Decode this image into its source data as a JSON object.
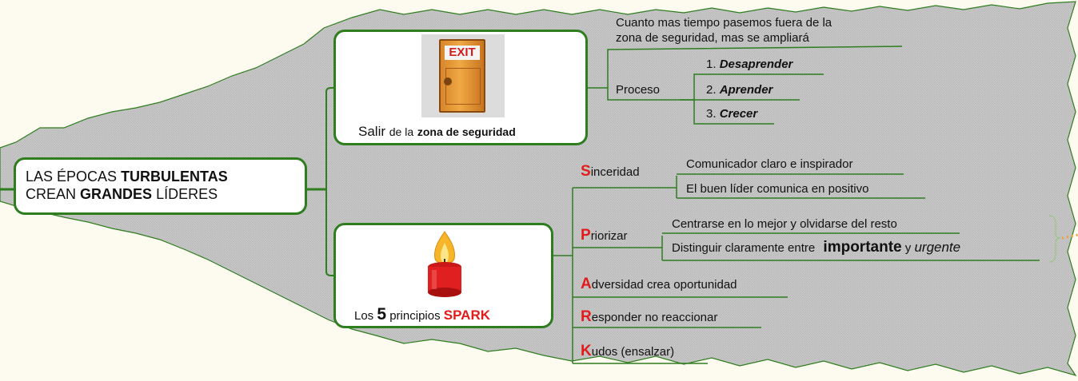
{
  "root": {
    "line1_a": "LAS ÉPOCAS",
    "line1_b": "TURBULENTAS",
    "line2_a": "CREAN",
    "line2_b": "GRANDES",
    "line2_c": "LÍDERES"
  },
  "exit_node": {
    "image_sign": "EXIT",
    "label_a": "Salir",
    "label_b": "de la",
    "label_c": "zona de seguridad",
    "note_line1": "Cuanto mas tiempo pasemos fuera de la",
    "note_line2": "zona de seguridad, mas se ampliará",
    "process_label": "Proceso",
    "steps": [
      {
        "num": "1.",
        "text": "Desaprender"
      },
      {
        "num": "2.",
        "text": "Aprender"
      },
      {
        "num": "3.",
        "text": "Crecer"
      }
    ]
  },
  "spark_node": {
    "label_a": "Los",
    "label_num": "5",
    "label_b": "principios",
    "label_c": "SPARK",
    "principles": [
      {
        "letter": "S",
        "rest": "inceridad"
      },
      {
        "letter": "P",
        "rest": "riorizar"
      },
      {
        "letter": "A",
        "rest": "dversidad crea oportunidad"
      },
      {
        "letter": "R",
        "rest": "esponder no reaccionar"
      },
      {
        "letter": "K",
        "rest": "udos (ensalzar)"
      }
    ],
    "sinceridad_items": [
      "Comunicador claro e inspirador",
      "El buen líder comunica en positivo"
    ],
    "priorizar_item1": "Centrarse en lo mejor y olvidarse del resto",
    "priorizar_item2_a": "Distinguir claramente entre",
    "priorizar_item2_b": "importante",
    "priorizar_item2_c": "y",
    "priorizar_item2_d": "urgente"
  },
  "colors": {
    "line_green": "#2e7d1f",
    "spark_red": "#e31b1b",
    "region_gray": "#c8c8c8",
    "connector_orange": "#f0a030"
  }
}
